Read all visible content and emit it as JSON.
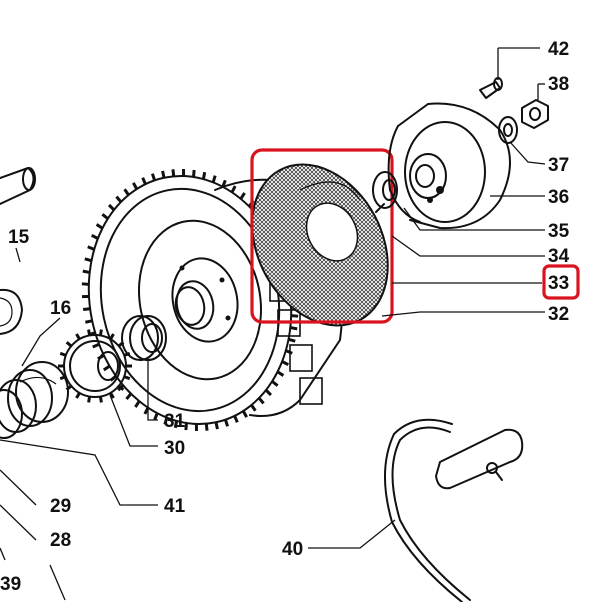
{
  "diagram": {
    "highlight_color": "#d9141e",
    "ink_color": "#111111",
    "callouts": {
      "c42": "42",
      "c38": "38",
      "c37": "37",
      "c36": "36",
      "c35": "35",
      "c34": "34",
      "c33": "33",
      "c32": "32",
      "c15": "15",
      "c16": "16",
      "c31": "31",
      "c30": "30",
      "c29": "29",
      "c41": "41",
      "c28": "28",
      "c40": "40",
      "c39": "39"
    },
    "highlighted_part": "33"
  }
}
